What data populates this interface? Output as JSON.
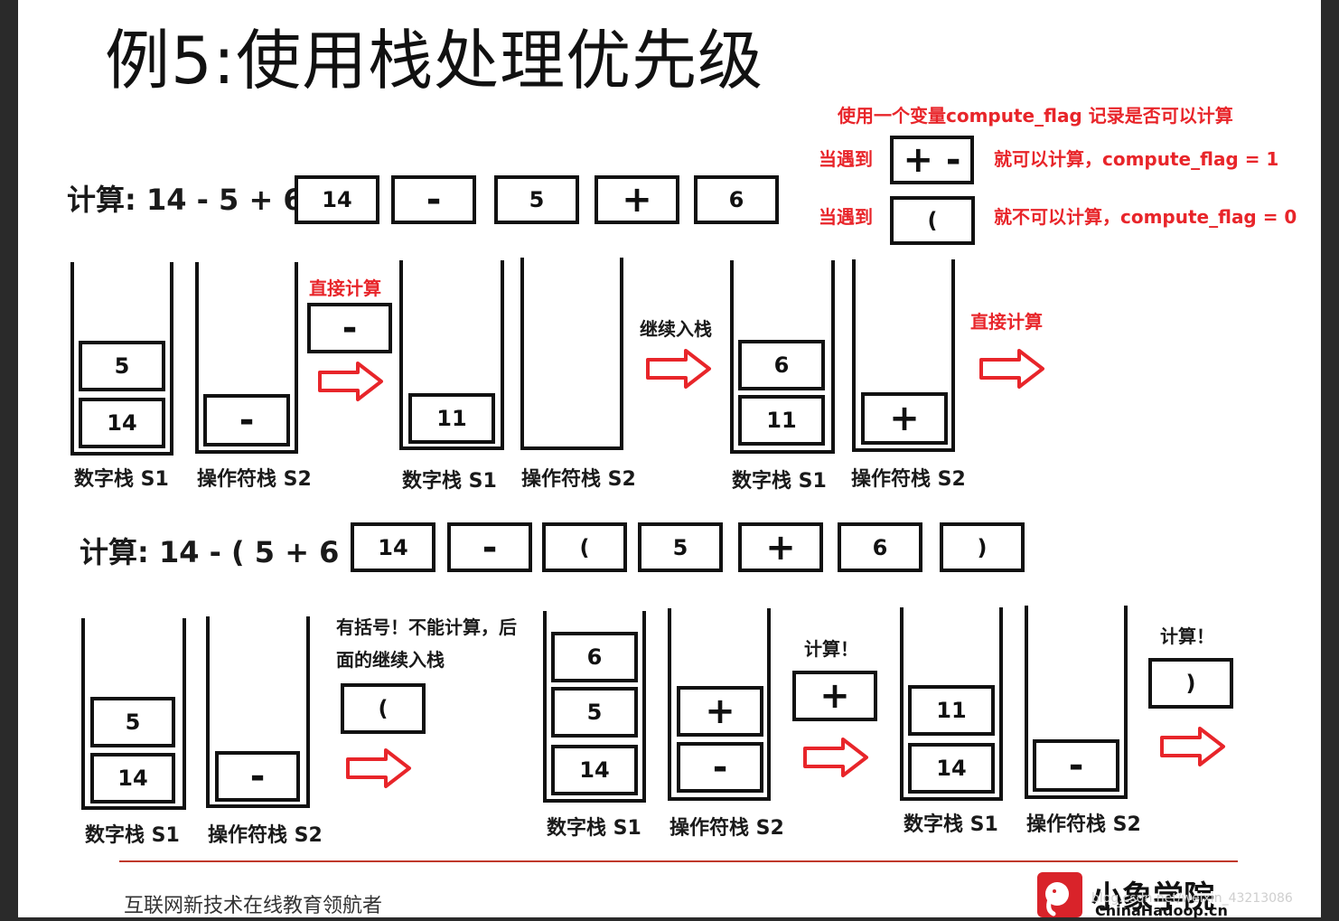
{
  "title": "例5:使用栈处理优先级",
  "notes": {
    "header": "使用一个变量compute_flag 记录是否可以计算",
    "row1_when": "当遇到",
    "row1_token": "+ -",
    "row1_result": "就可以计算，compute_flag = 1",
    "row2_when": "当遇到",
    "row2_token": "(",
    "row2_result": "就不可以计算，compute_flag = 0"
  },
  "example1": {
    "formula": "计算: 14 - 5 + 6",
    "tokens": [
      "14",
      "-",
      "5",
      "+",
      "6"
    ],
    "stage1": {
      "s1": [
        "5",
        "14"
      ],
      "s2": [
        "-"
      ]
    },
    "action1": {
      "label": "直接计算",
      "token": "-"
    },
    "stage2": {
      "s1": [
        "11"
      ],
      "s2": []
    },
    "action2": {
      "label": "继续入栈"
    },
    "stage3": {
      "s1": [
        "6",
        "11"
      ],
      "s2": [
        "+"
      ]
    },
    "action3": {
      "label": "直接计算"
    }
  },
  "example2": {
    "formula": "计算: 14 - ( 5 + 6 )",
    "tokens": [
      "14",
      "-",
      "(",
      "5",
      "+",
      "6",
      ")"
    ],
    "stage1": {
      "s1": [
        "5",
        "14"
      ],
      "s2": [
        "-"
      ]
    },
    "action1": {
      "label_line1": "有括号！不能计算，后",
      "label_line2": "面的继续入栈",
      "token": "("
    },
    "stage2": {
      "s1": [
        "6",
        "5",
        "14"
      ],
      "s2": [
        "+",
        "-"
      ]
    },
    "action2": {
      "label": "计算！",
      "token": "+"
    },
    "stage3": {
      "s1": [
        "11",
        "14"
      ],
      "s2": [
        "-"
      ]
    },
    "action3": {
      "label": "计算！",
      "token": ")"
    }
  },
  "labels": {
    "s1": "数字栈 S1",
    "s2": "操作符栈 S2"
  },
  "footer": {
    "slogan": "互联网新技术在线教育领航者",
    "logo_text": "小象学院",
    "logo_sub": "ChinaHadoop.cn",
    "watermark": "blog.csdn.net/weixin_43213086"
  },
  "colors": {
    "accent_red": "#e8252a",
    "ink": "#111111",
    "footer_line": "#c0392b"
  }
}
